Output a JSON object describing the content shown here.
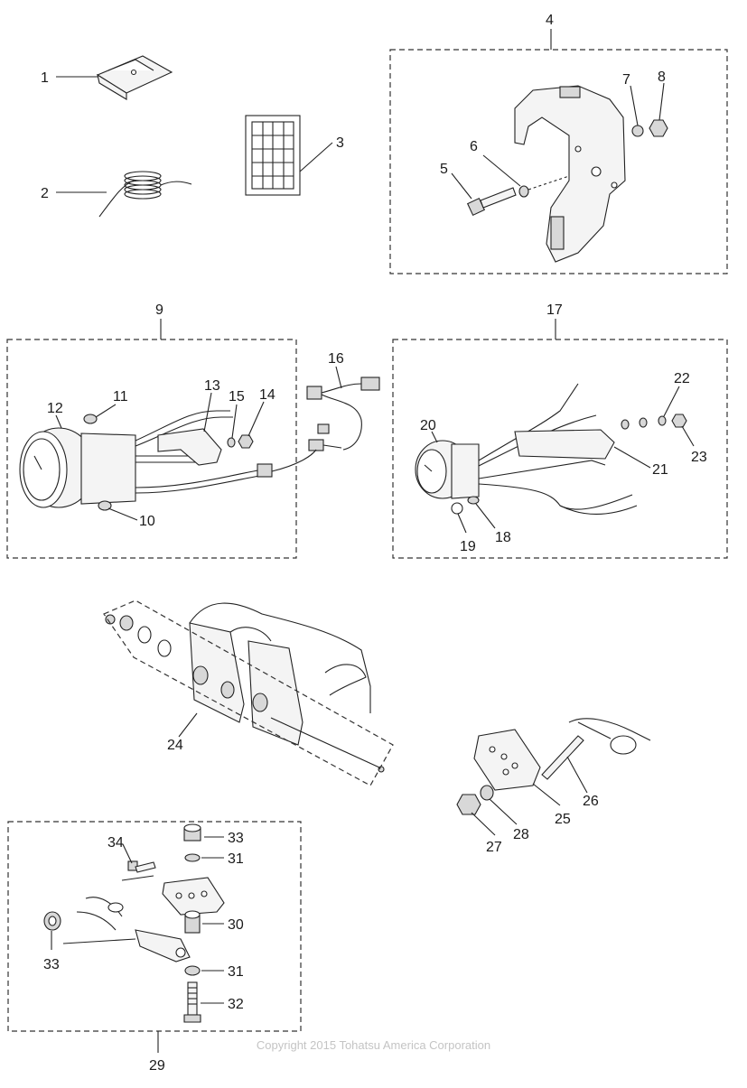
{
  "callouts": [
    "1",
    "2",
    "3",
    "4",
    "5",
    "6",
    "7",
    "8",
    "9",
    "10",
    "11",
    "12",
    "13",
    "14",
    "15",
    "16",
    "17",
    "18",
    "19",
    "20",
    "21",
    "22",
    "23",
    "24",
    "25",
    "26",
    "27",
    "28",
    "29",
    "30",
    "31",
    "32",
    "33",
    "34"
  ],
  "copyright": "Copyright 2015 Tohatsu America Corporation"
}
